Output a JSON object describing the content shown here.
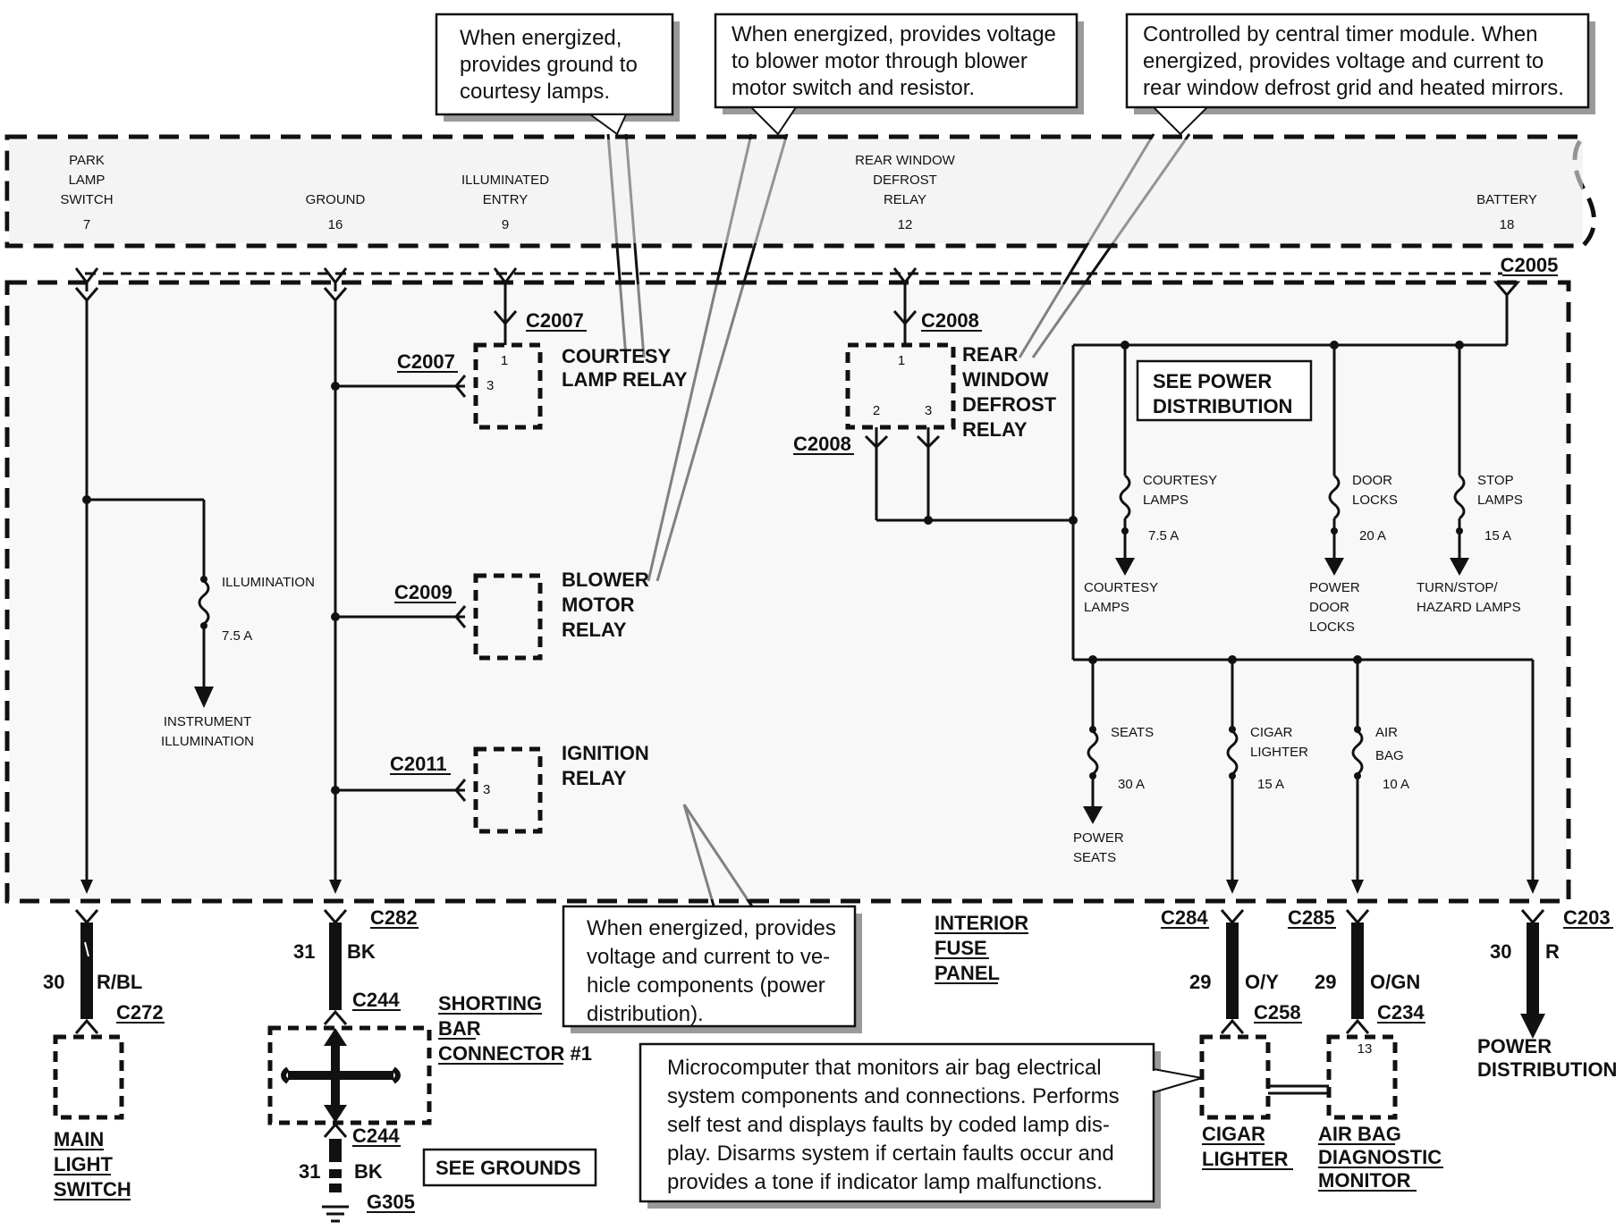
{
  "callouts": {
    "courtesy": [
      "When energized,",
      "provides ground to",
      "courtesy lamps."
    ],
    "blower": [
      "When energized, provides voltage",
      "to blower motor through  blower",
      "motor switch and resistor."
    ],
    "defrost": [
      "Controlled by central timer module. When",
      "energized, provides voltage and current to",
      "rear window defrost grid and heated mirrors."
    ],
    "ignition": [
      "When energized, provides",
      "voltage and current to ve-",
      "hicle components (power",
      "distribution)."
    ],
    "airbag": [
      "Microcomputer that monitors air bag electrical",
      "system components and connections. Performs",
      "self test and displays faults by coded lamp dis-",
      "play. Disarms system if certain faults occur and",
      "provides a tone if indicator lamp malfunctions."
    ]
  },
  "top_pins": {
    "park": [
      "PARK",
      "LAMP",
      "SWITCH",
      "7"
    ],
    "ground": [
      "GROUND",
      "16"
    ],
    "illum": [
      "ILLUMINATED",
      "ENTRY",
      "9"
    ],
    "rear": [
      "REAR WINDOW",
      "DEFROST",
      "RELAY",
      "12"
    ],
    "battery": [
      "BATTERY",
      "18"
    ]
  },
  "connectors": {
    "c2005": "C2005",
    "c2007_top": "C2007",
    "c2007_side": "C2007",
    "c2008_top": "C2008",
    "c2008_side": "C2008",
    "c2009": "C2009",
    "c2011": "C2011",
    "c282": "C282",
    "c272": "C272",
    "c244_top": "C244",
    "c244_bot": "C244",
    "g305": "G305",
    "c284": "C284",
    "c285": "C285",
    "c258": "C258",
    "c234": "C234",
    "c203": "C203"
  },
  "relays": {
    "courtesy": [
      "COURTESY",
      "LAMP RELAY"
    ],
    "courtesy_pins": [
      "1",
      "3"
    ],
    "blower": [
      "BLOWER",
      "MOTOR",
      "RELAY"
    ],
    "ignition": [
      "IGNITION",
      "RELAY"
    ],
    "ignition_pin": "3",
    "rear": [
      "REAR",
      "WINDOW",
      "DEFROST",
      "RELAY"
    ],
    "rear_pins": [
      "1",
      "2",
      "3"
    ]
  },
  "see_power": [
    "SEE POWER",
    "DISTRIBUTION"
  ],
  "see_grounds": "SEE GROUNDS",
  "fuses": {
    "courtesy": {
      "name": [
        "COURTESY",
        "LAMPS"
      ],
      "amps": "7.5 A",
      "out": [
        "COURTESY",
        "LAMPS"
      ]
    },
    "door": {
      "name": [
        "DOOR",
        "LOCKS"
      ],
      "amps": "20 A",
      "out": [
        "POWER",
        "DOOR",
        "LOCKS"
      ]
    },
    "stop": {
      "name": [
        "STOP",
        "LAMPS"
      ],
      "amps": "15 A",
      "out": [
        "TURN/STOP/",
        "HAZARD LAMPS"
      ]
    },
    "seats": {
      "name": [
        "SEATS"
      ],
      "amps": "30 A",
      "out": [
        "POWER",
        "SEATS"
      ]
    },
    "cigar": {
      "name": [
        "CIGAR",
        "LIGHTER"
      ],
      "amps": "15 A"
    },
    "airbag": {
      "name": [
        "AIR",
        "BAG"
      ],
      "amps": "10 A"
    },
    "illumination": {
      "name": [
        "ILLUMINATION"
      ],
      "amps": "7.5 A",
      "out": [
        "INSTRUMENT",
        "ILLUMINATION"
      ]
    }
  },
  "panel_label": [
    "INTERIOR",
    "FUSE",
    "PANEL"
  ],
  "wires": {
    "main": {
      "gauge": "30",
      "color": "R/BL"
    },
    "ground_top": {
      "gauge": "31",
      "color": "BK"
    },
    "ground_bot": {
      "gauge": "31",
      "color": "BK"
    },
    "cigar": {
      "gauge": "29",
      "color": "O/Y"
    },
    "airbag": {
      "gauge": "29",
      "color": "O/GN"
    },
    "power": {
      "gauge": "30",
      "color": "R"
    }
  },
  "components": {
    "main_light": [
      "MAIN",
      "LIGHT",
      "SWITCH"
    ],
    "shorting": [
      "SHORTING",
      "BAR",
      "CONNECTOR #1"
    ],
    "cigar": [
      "CIGAR",
      "LIGHTER"
    ],
    "airbag": [
      "AIR BAG",
      "DIAGNOSTIC",
      "MONITOR"
    ],
    "airbag_pin": "13",
    "power_dist": [
      "POWER",
      "DISTRIBUTION"
    ]
  }
}
